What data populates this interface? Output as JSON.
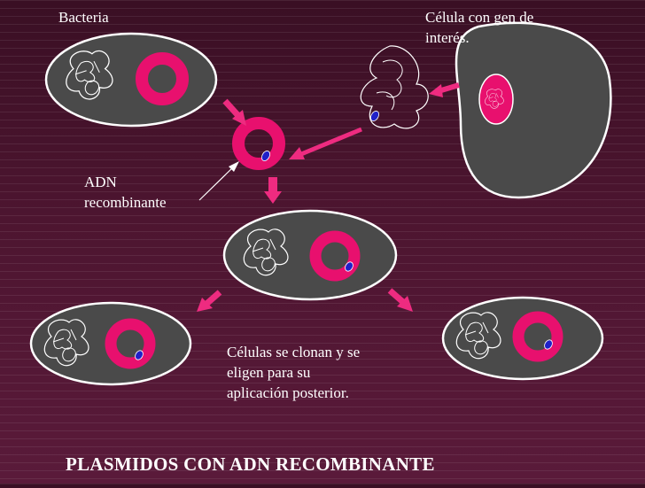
{
  "labels": {
    "bacteria": "Bacteria",
    "cell_with_gene": "Célula con gen de\ninterés.",
    "recombinant_dna": "ADN\nrecombinante",
    "cloned_cells": "Células se clonan y se\neligen para su\naplicación posterior."
  },
  "title": "PLASMIDOS CON ADN RECOMBINANTE",
  "colors": {
    "background_top": "#3a0f24",
    "background_bottom": "#5a1a3a",
    "cell_fill": "#4a4a4a",
    "plasmid": "#e8106e",
    "gene_insert": "#2020c8",
    "arrow": "#ee2b80",
    "text": "#ffffff"
  }
}
